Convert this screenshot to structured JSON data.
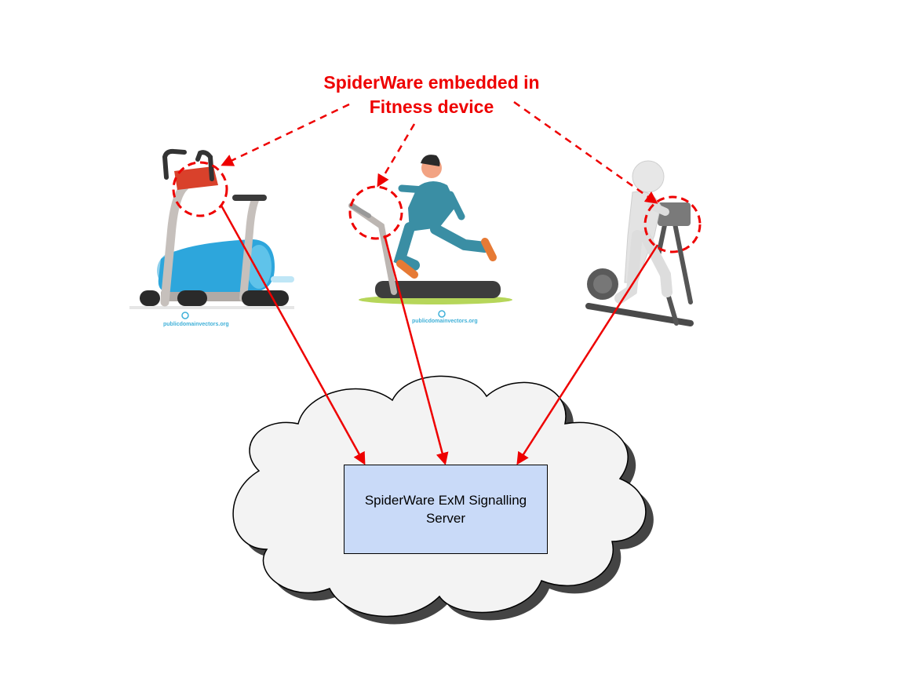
{
  "callout": {
    "line1": "SpiderWare embedded in",
    "line2": "Fitness device"
  },
  "server": {
    "line1": "SpiderWare ExM Signalling",
    "line2": "Server"
  },
  "devices": [
    {
      "name": "exercise-bike",
      "watermark": "publicdomainvectors.org"
    },
    {
      "name": "treadmill",
      "watermark": "publicdomainvectors.org"
    },
    {
      "name": "elliptical-trainer"
    }
  ],
  "colors": {
    "accent": "#ee0000",
    "server_fill": "#c9daf8",
    "cloud_fill": "#f3f3f3",
    "cloud_shadow": "#444444"
  }
}
